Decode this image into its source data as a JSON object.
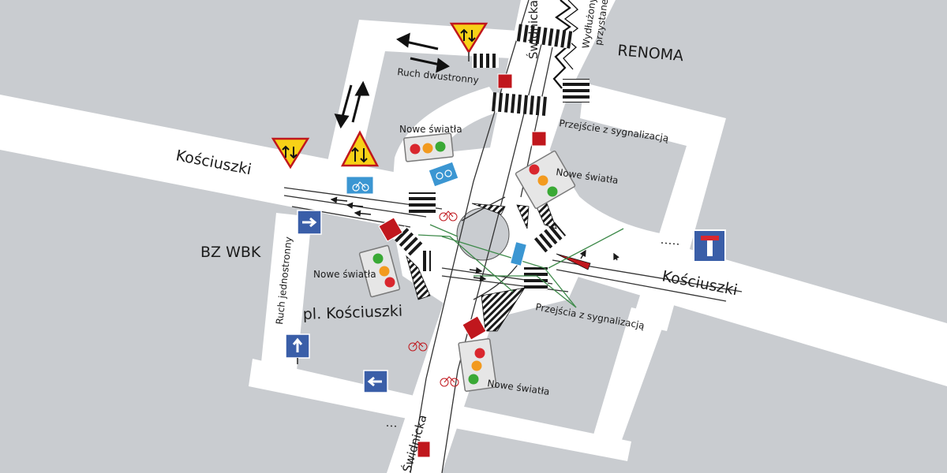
{
  "streets": {
    "west": "Kościuszki",
    "east": "Kościuszki",
    "north": "Świdnicka",
    "south": "Świdnicka"
  },
  "places": {
    "bank": "BZ WBK",
    "store": "RENOMA",
    "square": "pl. Kościuszki"
  },
  "notes": {
    "two_way": "Ruch dwustronny",
    "one_way": "Ruch jednostronny",
    "crossing_signal": "Przejście z sygnalizacją",
    "crossings_signal": "Przejścia z sygnalizacją",
    "new_lights": "Nowe światła",
    "extended_stop_line1": "Wydłużony",
    "extended_stop_line2": "przystanek"
  },
  "colors": {
    "background": "#c9ccd0",
    "road": "#ffffff",
    "light_red": "#d9272e",
    "light_amber": "#f29a1f",
    "light_green": "#3aa935",
    "warning_sign": "#f7d117",
    "info_sign": "#3a5ea8",
    "bike_sign": "#3b96d2",
    "bike_signal": "#c0171d",
    "crossing_route": "#3e8a4a"
  },
  "icons": {
    "two_way_sign": "two-way-traffic-warning-icon",
    "dead_end": "dead-end-sign-icon",
    "one_way_arrow": "one-way-arrow-icon",
    "bike_path": "bicycle-sign-icon",
    "traffic_light": "traffic-light-icon"
  }
}
